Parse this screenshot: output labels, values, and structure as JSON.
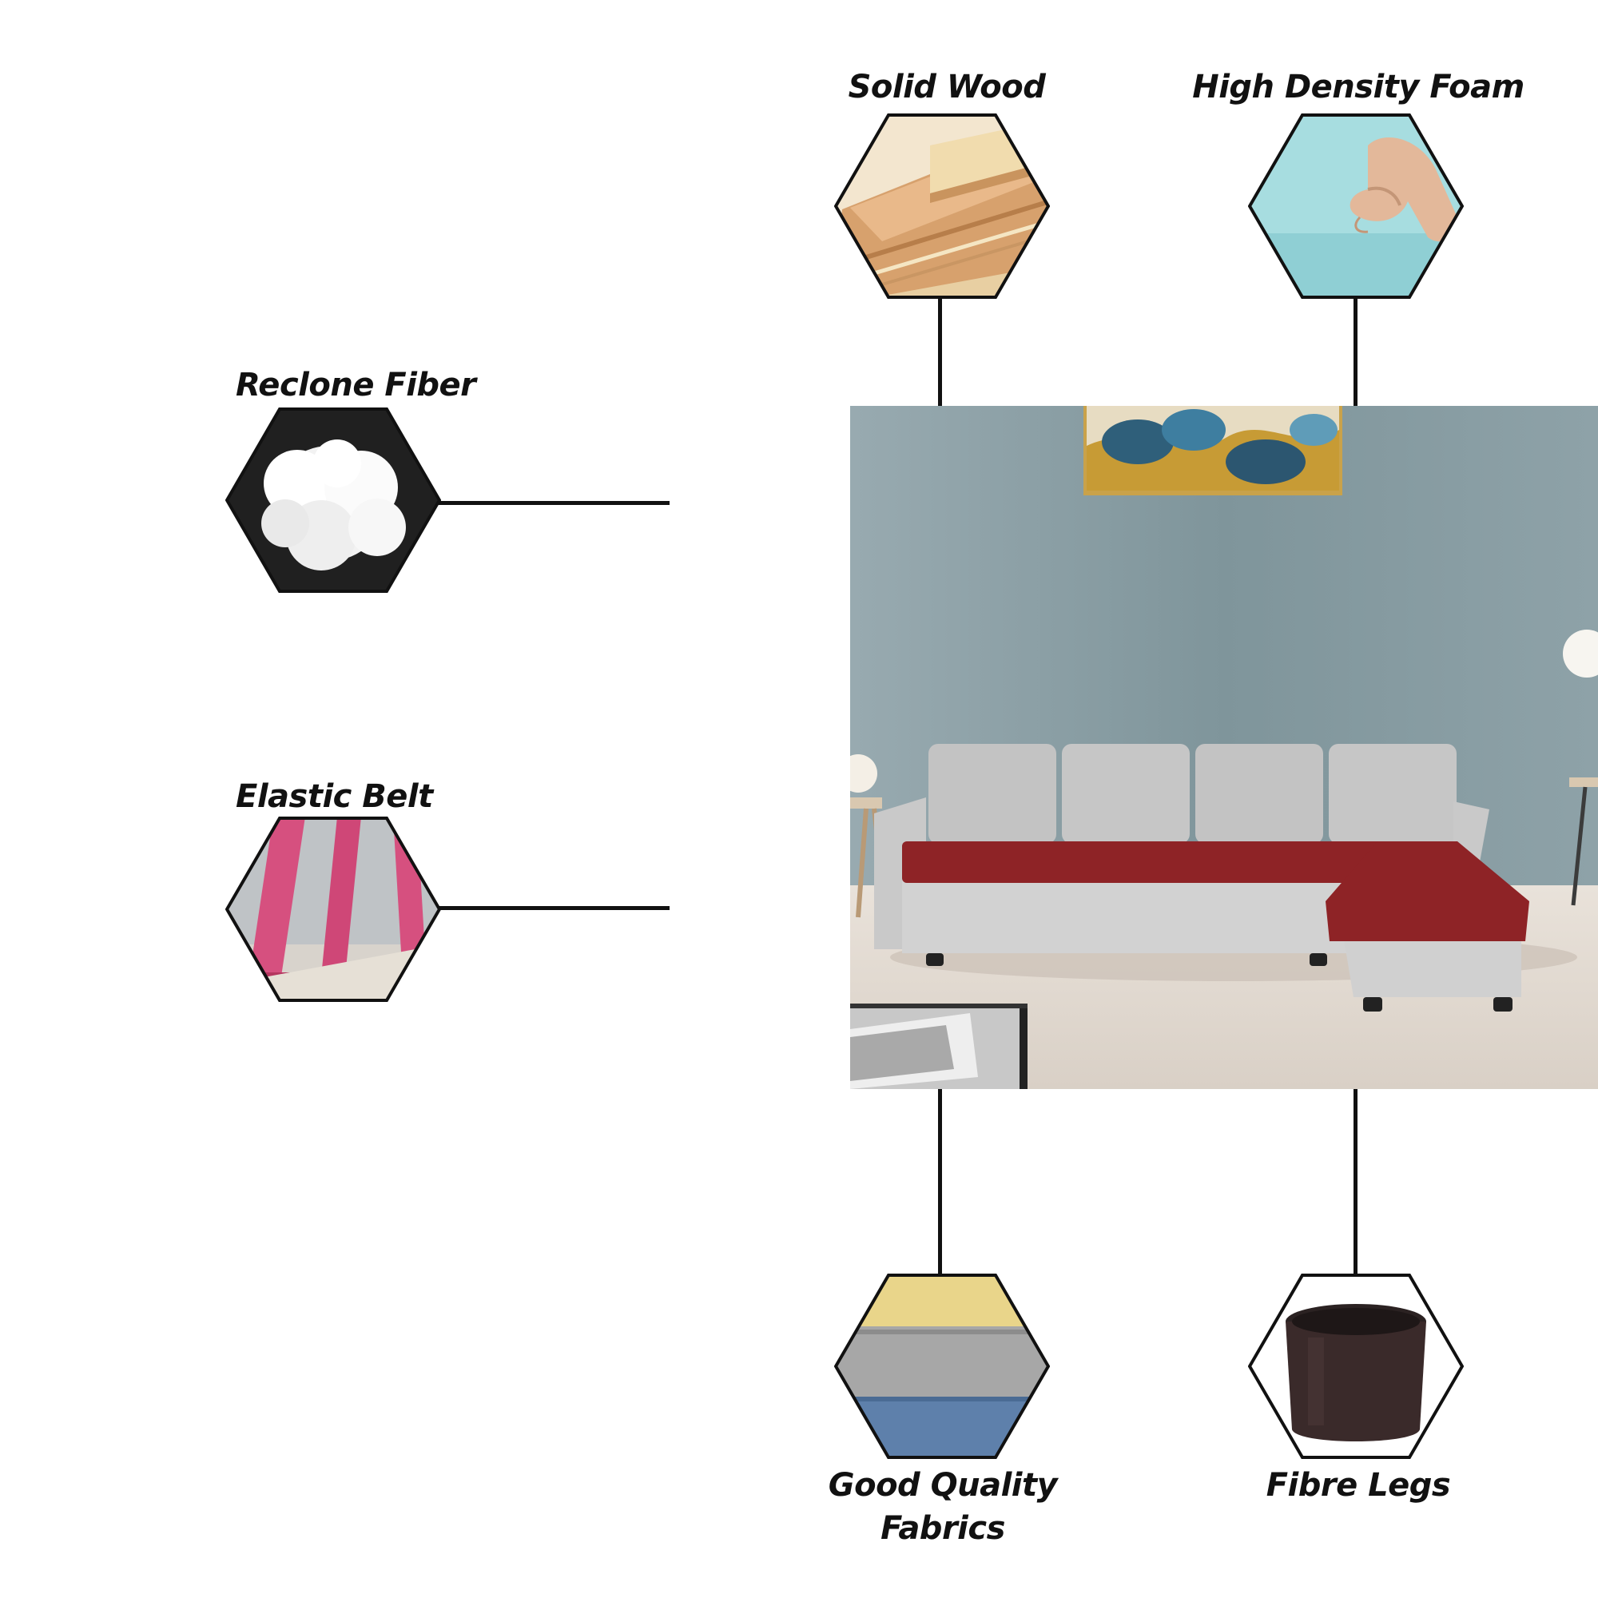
{
  "features": {
    "solid_wood": {
      "label": "Solid Wood",
      "icon": "solid-wood-icon"
    },
    "high_density_foam": {
      "label": "High Density Foam",
      "icon": "foam-icon"
    },
    "reclone_fiber": {
      "label": "Reclone Fiber",
      "icon": "fiber-icon"
    },
    "elastic_belt": {
      "label": "Elastic Belt",
      "icon": "elastic-belt-icon"
    },
    "good_quality_fabrics": {
      "label_line1": "Good Quality",
      "label_line2": "Fabrics",
      "icon": "fabric-icon"
    },
    "fibre_legs": {
      "label": "Fibre Legs",
      "icon": "sofa-leg-icon"
    }
  },
  "product": {
    "image": "l-shaped-sofa-photo",
    "colors": {
      "seat": "#8e2326",
      "body": "#d2d2d2",
      "cushions": "#c3c3c3",
      "wall": "#8a9da3"
    }
  }
}
